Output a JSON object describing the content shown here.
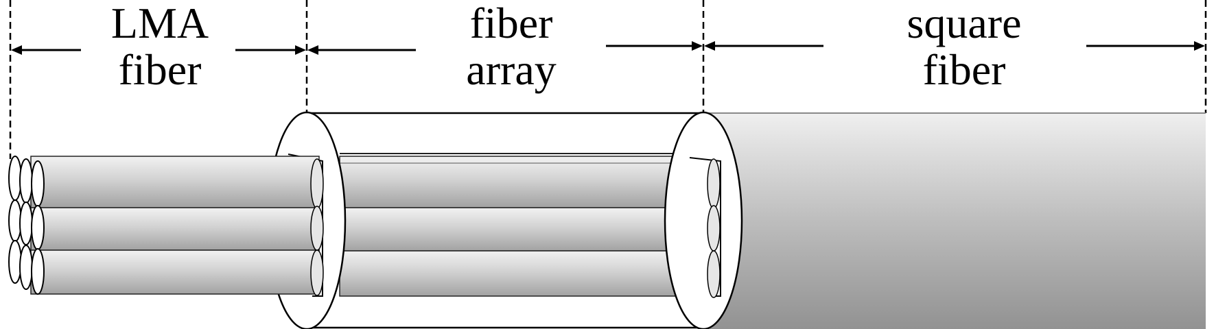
{
  "labels": {
    "lma": {
      "line1": "LMA",
      "line2": "fiber"
    },
    "array": {
      "line1": "fiber",
      "line2": "array"
    },
    "square": {
      "line1": "square",
      "line2": "fiber"
    }
  },
  "colors": {
    "fiber_light": "#eaeaea",
    "fiber_mid": "#cfcfcf",
    "fiber_dark": "#9a9a9a",
    "square_light": "#eeeeee",
    "square_dark": "#8f8f8f",
    "stroke": "#000000"
  }
}
